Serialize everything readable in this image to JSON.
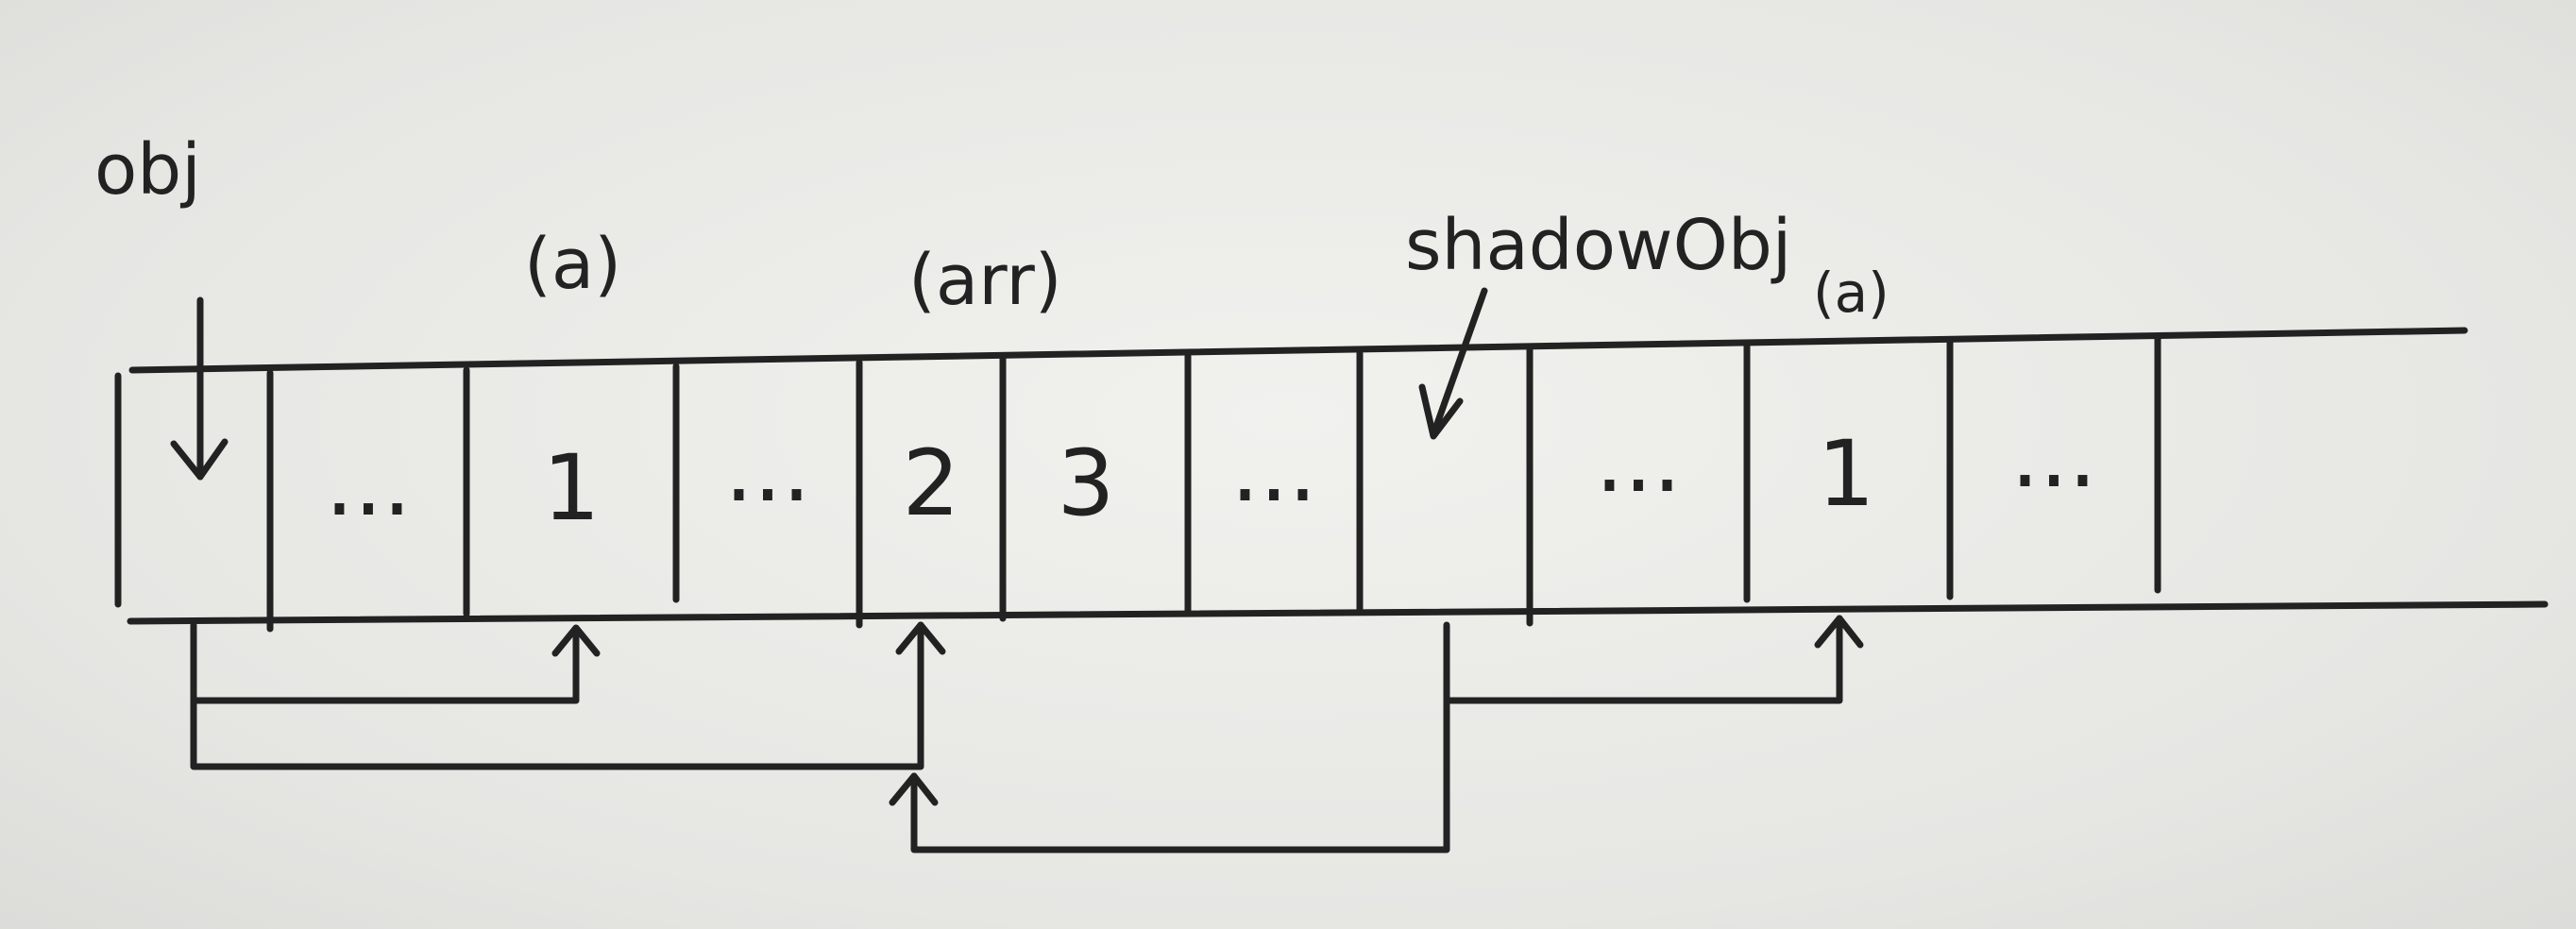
{
  "labels": {
    "obj": "obj",
    "a_top": "(a)",
    "arr_top": "(arr)",
    "shadowObj": "shadowObj",
    "a_sub": "(a)"
  },
  "cells": [
    "...",
    "1",
    "...",
    "2",
    "3",
    "...",
    "...",
    "1",
    "..."
  ]
}
